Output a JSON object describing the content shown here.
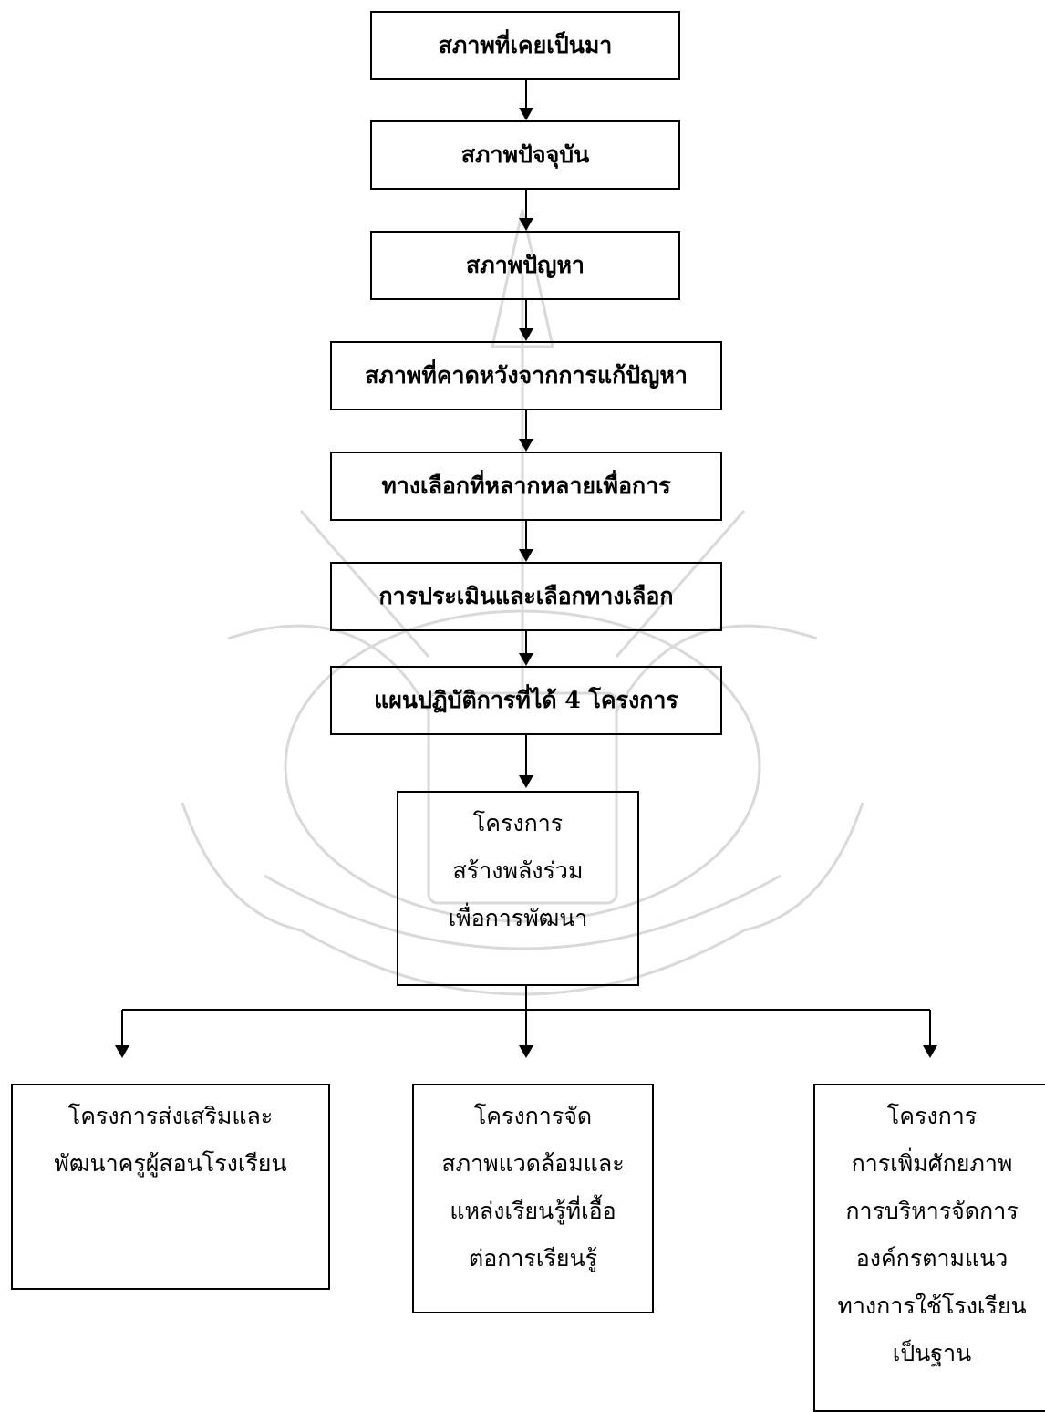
{
  "flow_steps": [
    "สภาพที่เคยเป็นมา",
    "สภาพปัจจุบัน",
    "สภาพปัญหา",
    "สภาพที่คาดหวังจากการแก้ปัญหา",
    "ทางเลือกที่หลากหลายเพื่อการ",
    "การประเมินและเลือกทางเลือก",
    "แผนปฏิบัติการที่ได้ 4 โครงการ"
  ],
  "main_project": {
    "lines": [
      "โครงการ",
      "สร้างพลังร่วม",
      "เพื่อการพัฒนา"
    ]
  },
  "sub_projects": [
    {
      "lines": [
        "โครงการส่งเสริมและ",
        "พัฒนาครูผู้สอนโรงเรียน"
      ]
    },
    {
      "lines": [
        "โครงการจัด",
        "สภาพแวดล้อมและ",
        "แหล่งเรียนรู้ที่เอื้อ",
        "ต่อการเรียนรู้"
      ]
    },
    {
      "lines": [
        "โครงการ",
        "การเพิ่มศักยภาพ",
        "การบริหารจัดการ",
        "องค์กรตามแนว",
        "ทางการใช้โรงเรียน",
        "เป็นฐาน"
      ]
    }
  ],
  "colors": {
    "line": "#000000",
    "watermark": "#d8d8d8"
  }
}
